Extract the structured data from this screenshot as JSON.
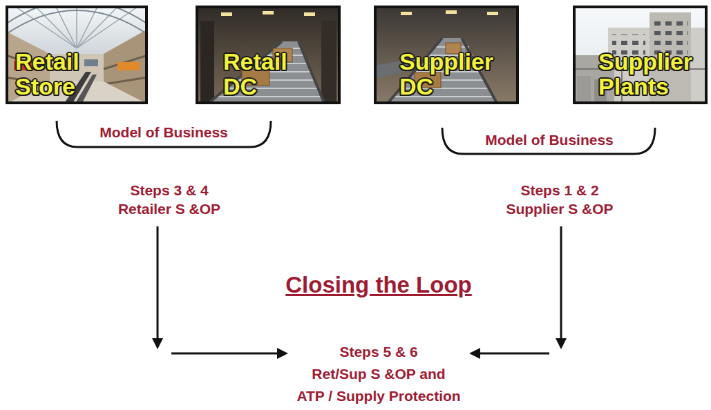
{
  "diagram": {
    "title": "Closing the Loop",
    "nodes": [
      {
        "text": [
          "Retail Store"
        ]
      },
      {
        "text": [
          "Retail DC"
        ]
      },
      {
        "text": [
          "Supplier DC"
        ]
      },
      {
        "text": [
          "Supplier Plants"
        ]
      },
      {
        "text": [
          "Steps 3 & 4",
          "Retailer S &OP"
        ]
      },
      {
        "text": [
          "Steps 1 & 2",
          "Supplier S &OP"
        ]
      },
      {
        "text": [
          "Steps 5 & 6",
          "Ret/Sup S &OP and ATP / Supply Protection"
        ]
      }
    ],
    "edges": [
      {
        "from": 4,
        "to": 6,
        "arrow": "to"
      },
      {
        "from": 5,
        "to": 6,
        "arrow": "to"
      }
    ],
    "labels": [
      "Model of Business",
      "Model of Business"
    ]
  }
}
